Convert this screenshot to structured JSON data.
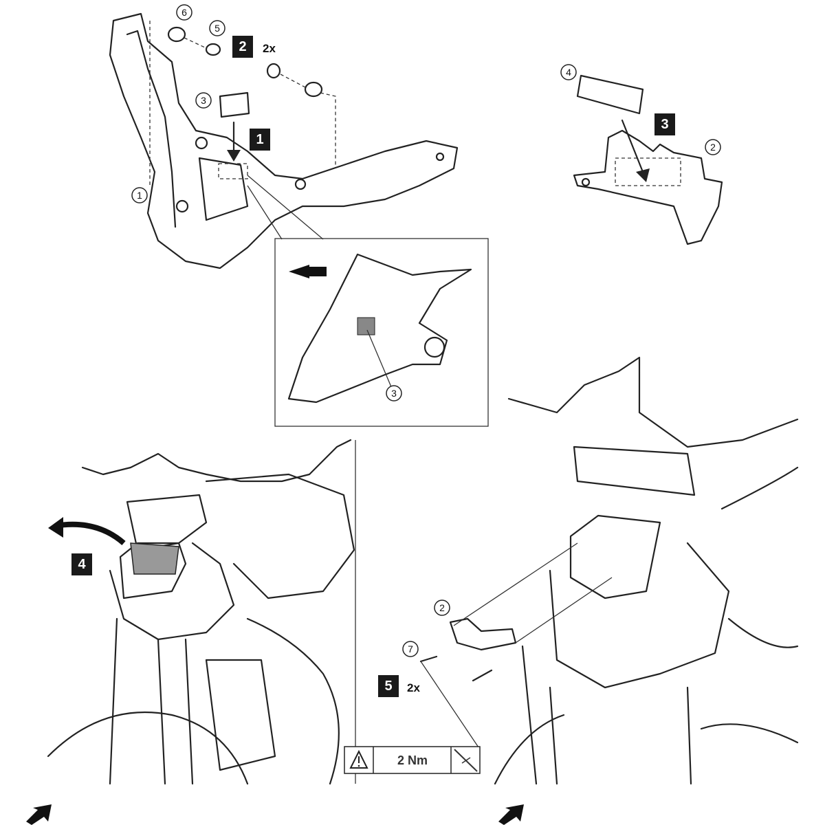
{
  "callouts": {
    "c6_top": "6",
    "c5_top": "5",
    "c3_top": "3",
    "c1_bracket": "1",
    "c4_pad": "4",
    "c2_bracket": "2",
    "c3_inset": "3",
    "c2_bike": "2",
    "c7_bolt": "7"
  },
  "steps": {
    "s1": "1",
    "s2": "2",
    "s2_qty": "2x",
    "s3": "3",
    "s4": "4",
    "s5": "5",
    "s5_qty": "2x"
  },
  "torque": {
    "value": "2 Nm",
    "warning_icon": "warning-triangle-icon",
    "tool_icon": "screwdriver-icon"
  }
}
